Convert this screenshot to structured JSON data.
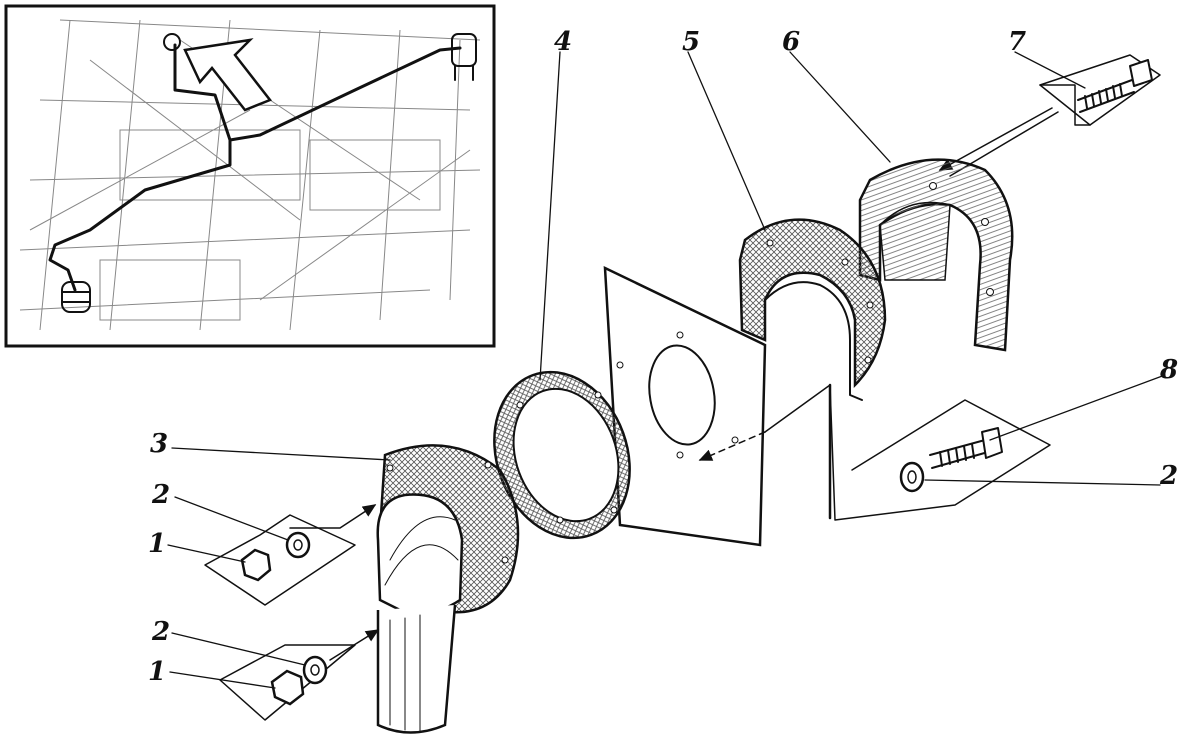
{
  "diagram": {
    "colors": {
      "ink": "#111111",
      "paper": "#ffffff",
      "hatch": "#555555",
      "inset_lines": "#9a9a9a"
    },
    "callouts": [
      {
        "id": "c4",
        "text": "4"
      },
      {
        "id": "c5",
        "text": "5"
      },
      {
        "id": "c6",
        "text": "6"
      },
      {
        "id": "c7",
        "text": "7"
      },
      {
        "id": "c8",
        "text": "8"
      },
      {
        "id": "c3",
        "text": "3"
      },
      {
        "id": "c2a",
        "text": "2"
      },
      {
        "id": "c1a",
        "text": "1"
      },
      {
        "id": "c2b",
        "text": "2"
      },
      {
        "id": "c1b",
        "text": "1"
      },
      {
        "id": "c2c",
        "text": "2"
      }
    ]
  }
}
